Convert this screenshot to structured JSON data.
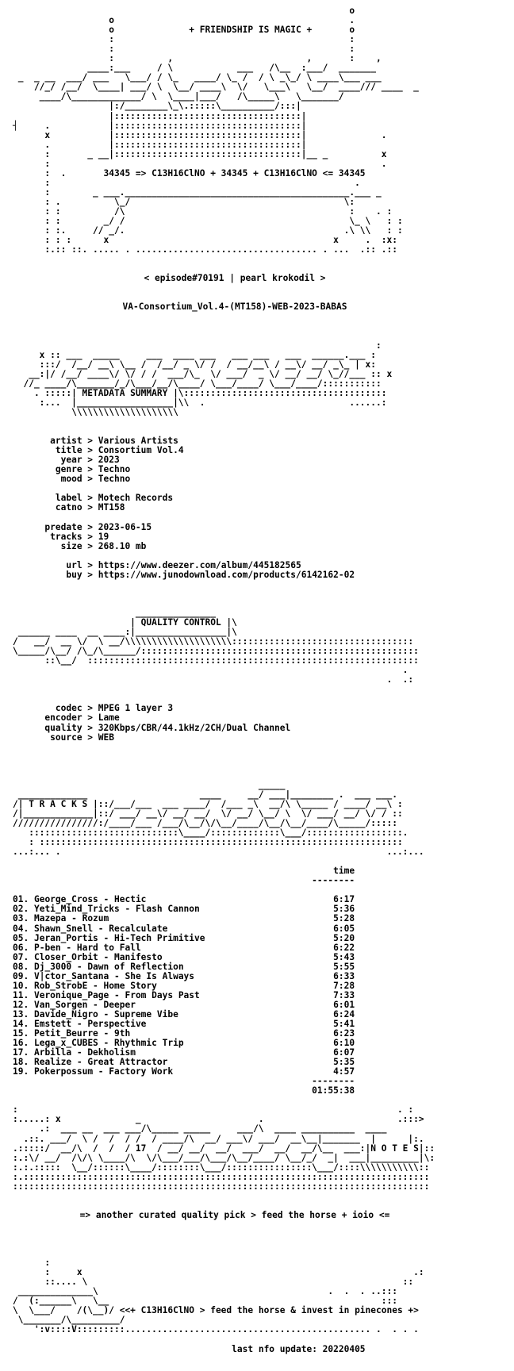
{
  "top_art": [
    "                                                               o",
    "                  o                                            .",
    "                  o              + FRIENDSHIP IS MAGIC +       o",
    "                  :                                            :",
    "                  :                                            :",
    "                  :          ,                         ,       :    ,",
    "              ____:___     / \\            ___   /\\__  :___/  _______",
    " _  _ __  ___/ ___   \\___/ / \\_   ____/ \\_ /  / \\ _\\_/ \\ ____\\___ ___",
    "    //_/ /__/  \\____| ___/ \\  \\__/ ____\\  \\/   \\___\\   \\__/  ____/// ____  _",
    "     ____/\\_____________/ \\  \\____|___/   /\\_____\\   \\_______/",
    "                  |:/________\\_\\.:::::\\__________/:::|",
    "                  |:::::::::::::::::::::::::::::::::::|",
    "┤     .           |:::::::::::::::::::::::::::::::::::|",
    "      x           |:::::::::::::::::::::::::::::::::::|              .",
    "      .           |:::::::::::::::::::::::::::::::::::|",
    "      :       _ __|:::::::::::::::::::::::::::::::::::|__ _          x",
    "      :                                                              .",
    "      :  .       34345 => C13H16ClNO + 34345 + C13H16ClNO <= 34345",
    "      :                                                         .",
    "      :        _ ___.__________________________________________.___ _",
    "      : .          \\_/                                        \\:",
    "      : :          /\\                                          :    . :",
    "      : :        _/ /                                          \\_ \\   : :",
    "      : :.     // _/.                                         .\\ \\\\   : :",
    "      : : :      x                                          x     .  :x:",
    "      :.:: ::. ..... . .................................. . ...  .:: .::"
  ],
  "header": {
    "episode": "< episode#70191 | pearl krokodil >",
    "release": "VA-Consortium_Vol.4-(MT158)-WEB-2023-BABAS"
  },
  "metadata_banner": [
    "                                                                    :",
    "     x :: ___  _____     ___  ____ ___   ___ ___   ___  ______.___ :",
    "     :::/  /__/ __\\ \\__ /  /__/ _ \\/ /  / __/__\\ / __\\/ __/ _\\_ | x:",
    "   __:|/ /__/ ____\\/ \\/ / /  ___/\\_  \\/ ___/  _ \\/ __/ __/ \\_//___ :: x",
    "  //_ ____/\\_______/_/\\___/__/\\____/ \\___/____/ \\___/____/:::::::::::",
    "    . :::::| METADATA SUMMARY |\\::::::::::::::::::::::::::::::::::::::",
    "     :...  |__________________|\\\\  .                           ......:",
    "           \\\\\\\\\\\\\\\\\\\\\\\\\\\\\\\\\\\\\\\\"
  ],
  "metadata": {
    "artist": "Various Artists",
    "title": "Consortium Vol.4",
    "year": "2023",
    "genre": "Techno",
    "mood": "Techno",
    "label": "Motech Records",
    "catno": "MT158",
    "predate": "2023-06-15",
    "tracks": "19",
    "size": "268.10 mb",
    "url": "https://www.deezer.com/album/445182565",
    "buy": "https://www.junodownload.com/products/6142162-02"
  },
  "quality_banner": [
    "                       _______________",
    "                      | QUALITY CONTROL |\\",
    " ______ ____  __ ____:|_________________|\\",
    "/   __/  __ \\/  \\ __/\\\\\\\\\\\\\\\\\\\\\\\\\\\\\\\\\\\\\\\\::::::::::::::::::::::::::::::::::",
    "\\_____/\\__/ /\\_/\\______/::::::::::::::::::::::::::::::::::::::::::::::::::::",
    "      ::\\__/  ::::::::::::::::::::::::::::::::::::::::::::::::::::::::::::::",
    "                                                                         .",
    "                                                                      .  .:"
  ],
  "quality": {
    "codec": "MPEG 1 layer 3",
    "encoder": "Lame",
    "quality": "320Kbps/CBR/44.1kHz/2CH/Dual Channel",
    "source": "WEB"
  },
  "tracks_banner": [
    "                                              _____",
    " _____________                     ____     __/ ___|________ .  ___ ___.",
    "/| T R A C K S |::/___/___  ___ ____/  /___ _\\  __/\\ \\_____ / ____/ __\\ :",
    "/|_____________|::/ ___/ __\\/ __/ __/  \\/ __/ \\__/ \\  \\/ ___/ __/ \\/ / ::",
    "////////////////:/____/___ /___/\\__/\\/\\__/____/\\__/\\__/____/\\_____/:::::",
    "   ::::::::::::::::::::::::::::\\____/:::::::::::::\\___/::::::::::::::::::.",
    "   : ::::::::::::::::::::::::::::::::::::::::::::::::::::::::::::::::::::",
    "...:... .                                                             ...:..."
  ],
  "tracklist": {
    "time_header": "time",
    "total": "01:55:38",
    "rows": [
      {
        "num": "01.",
        "title": "George_Cross - Hectic",
        "time": "6:17"
      },
      {
        "num": "02.",
        "title": "Yeti_Mind_Tricks - Flash Cannon",
        "time": "5:36"
      },
      {
        "num": "03.",
        "title": "Mazepa - Rozum",
        "time": "5:28"
      },
      {
        "num": "04.",
        "title": "Shawn_Snell - Recalculate",
        "time": "6:05"
      },
      {
        "num": "05.",
        "title": "Jeran_Portis - Hi-Tech Primitive",
        "time": "5:20"
      },
      {
        "num": "06.",
        "title": "P-ben - Hard to Fall",
        "time": "6:22"
      },
      {
        "num": "07.",
        "title": "Closer_Orbit - Manifesto",
        "time": "5:43"
      },
      {
        "num": "08.",
        "title": "Dj_3000 - Dawn of Reflection",
        "time": "5:55"
      },
      {
        "num": "09.",
        "title": "V|ctor_Santana - She Is Always",
        "time": "6:33"
      },
      {
        "num": "10.",
        "title": "Rob_StrobE - Home Story",
        "time": "7:28"
      },
      {
        "num": "11.",
        "title": "Veronique_Page - From Days Past",
        "time": "7:33"
      },
      {
        "num": "12.",
        "title": "Van_Sorgen - Deeper",
        "time": "6:01"
      },
      {
        "num": "13.",
        "title": "Davide_Nigro - Supreme Vibe",
        "time": "6:24"
      },
      {
        "num": "14.",
        "title": "Emstett - Perspective",
        "time": "5:41"
      },
      {
        "num": "15.",
        "title": "Petit_Beurre - 9th",
        "time": "6:23"
      },
      {
        "num": "16.",
        "title": "Lega_x_CUBES - Rhythmic Trip",
        "time": "6:10"
      },
      {
        "num": "17.",
        "title": "Arbilla - Dekholism",
        "time": "6:07"
      },
      {
        "num": "18.",
        "title": "Realize - Great Attractor",
        "time": "5:35"
      },
      {
        "num": "19.",
        "title": "Pokerpossum - Factory Work",
        "time": "4:57"
      }
    ]
  },
  "notes_banner": [
    ":                                                                       . :",
    ":.....: x              _                      .                         .:::>",
    "     .:  ___ __  ___ ___/\\_____ _____     ___/\\  ____ __________  ____ ",
    "  .::. ___/  \\ /  /  / /  / ____/\\  __/ ___\\/ ___/  __\\__|_______  |      |:.",
    ".:::::/  __/\\  /  /  / 17  / __/ __/  __/  ___/  __/  __/\\__  ___:|N O T E S|::",
    ":.:\\/ __/  /\\/\\ \\____/\\  \\/\\___/___/\\___/\\__/____/ \\__/_/  _|  ___|_________|\\:",
    ":.:.:::::  \\__/::::::\\____/::::::::\\___/::::::::::::::::\\___/::::\\\\\\\\\\\\\\\\\\\\\\::",
    ":.::::::::::::::::::::::::::::::::::::::::::::::::::::::::::::::::::::::::::::",
    "::::::::::::::::::::::::::::::::::::::::::::::::::::::::::::::::::::::::::::::"
  ],
  "notes_text": "=> another curated quality pick > feed the horse + ioio <=",
  "footer_art": [
    "      :",
    "      :     x                                                              .:",
    "      ::.... \\                                                           ::",
    " ______________\\                                           .  .  . ..:::",
    "/  (:______\\   \\__                                                   :::",
    "\\  \\___/    /(\\__)/ <<+ C13H16ClNO > feed the horse & invest in pinecones +>",
    " \\_______/\\_________/",
    "    ':v::::V:::::::::.............................................. .  . . ."
  ],
  "footer": {
    "last_update": "last nfo update: 20220405"
  }
}
